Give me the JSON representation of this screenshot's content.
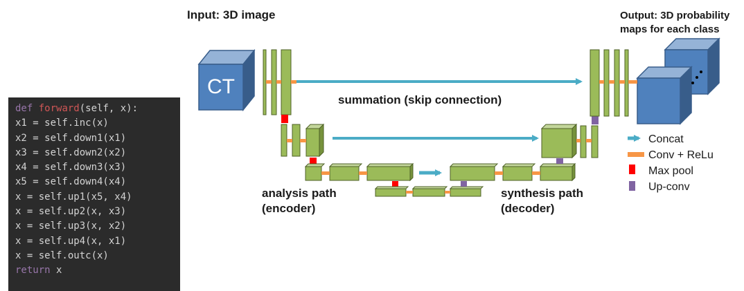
{
  "code": {
    "def_keyword": "def",
    "function_name": "forward",
    "signature_rest": "(self, x):",
    "lines": [
      "x1 = self.inc(x)",
      "x2 = self.down1(x1)",
      "x3 = self.down2(x2)",
      "x4 = self.down3(x3)",
      "x5 = self.down4(x4)",
      "x = self.up1(x5, x4)",
      "x = self.up2(x, x3)",
      "x = self.up3(x, x2)",
      "x = self.up4(x, x1)",
      "x = self.outc(x)"
    ],
    "return_keyword": "return",
    "return_value": " x"
  },
  "diagram": {
    "input_label": "Input: 3D image",
    "output_label_line1": "Output: 3D probability",
    "output_label_line2": "maps for each class",
    "ct_label": "CT",
    "skip_label": "summation (skip connection)",
    "analysis_line1": "analysis path",
    "analysis_line2": "(encoder)",
    "synthesis_line1": "synthesis path",
    "synthesis_line2": "(decoder)"
  },
  "legend": {
    "items": [
      {
        "label": "Concat",
        "icon": "arrow-icon",
        "color": "#4bacc6"
      },
      {
        "label": "Conv + ReLu",
        "icon": "bar-icon",
        "color": "#f79646"
      },
      {
        "label": "Max pool",
        "icon": "square-icon",
        "color": "#ff0000"
      },
      {
        "label": "Up-conv",
        "icon": "square-icon",
        "color": "#8064a2"
      }
    ]
  },
  "colors": {
    "block_fill": "#9bbb59",
    "block_stroke": "#4f6228",
    "ct_fill": "#4f81bd",
    "concat": "#4bacc6",
    "conv": "#f79646",
    "maxpool": "#ff0000",
    "upconv": "#8064a2",
    "code_bg": "#2b2b2b"
  }
}
